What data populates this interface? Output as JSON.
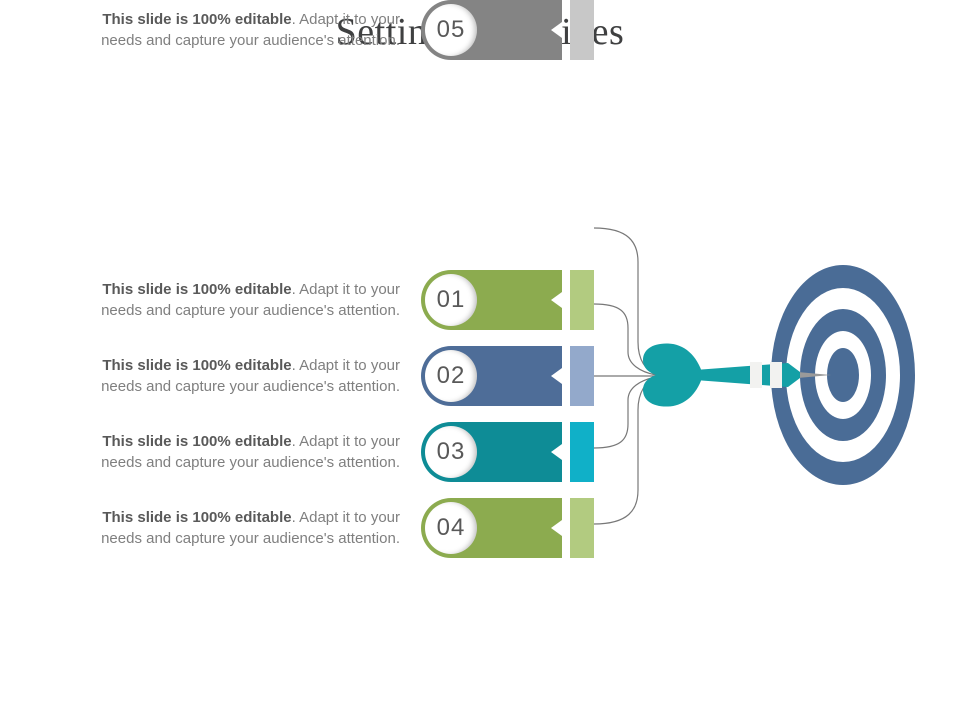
{
  "slide": {
    "title": "Setting Objectives"
  },
  "rows": [
    {
      "number": "01",
      "text_bold": "This slide is 100% editable",
      "text_rest_line1": ". Adapt it to your",
      "text_line2": "needs and capture your audience's attention.",
      "bar_color": "#8CAB4F",
      "light_color": "#B2CB80"
    },
    {
      "number": "02",
      "text_bold": "This slide is 100% editable",
      "text_rest_line1": ". Adapt it to your",
      "text_line2": "needs and capture your audience's attention.",
      "bar_color": "#4E6D98",
      "light_color": "#93A9CB"
    },
    {
      "number": "03",
      "text_bold": "This slide is 100% editable",
      "text_rest_line1": ". Adapt it to your",
      "text_line2": "needs and capture your audience's attention.",
      "bar_color": "#0E8C96",
      "light_color": "#10B0C8"
    },
    {
      "number": "04",
      "text_bold": "This slide is 100% editable",
      "text_rest_line1": ". Adapt it to your",
      "text_line2": "needs and capture your audience's attention.",
      "bar_color": "#8CAB4F",
      "light_color": "#B2CB80"
    },
    {
      "number": "05",
      "text_bold": "This slide is 100% editable",
      "text_rest_line1": ". Adapt it to your",
      "text_line2": "needs and capture your audience's attention.",
      "bar_color": "#848484",
      "light_color": "#C8C8C8"
    }
  ],
  "colors": {
    "target_blue": "#4A6C96",
    "target_white": "#FFFFFF",
    "dart_teal": "#14A0A6",
    "needle_gray": "#9A9A9A",
    "connector": "#787878",
    "stripe_white": "#F2F2F0"
  }
}
